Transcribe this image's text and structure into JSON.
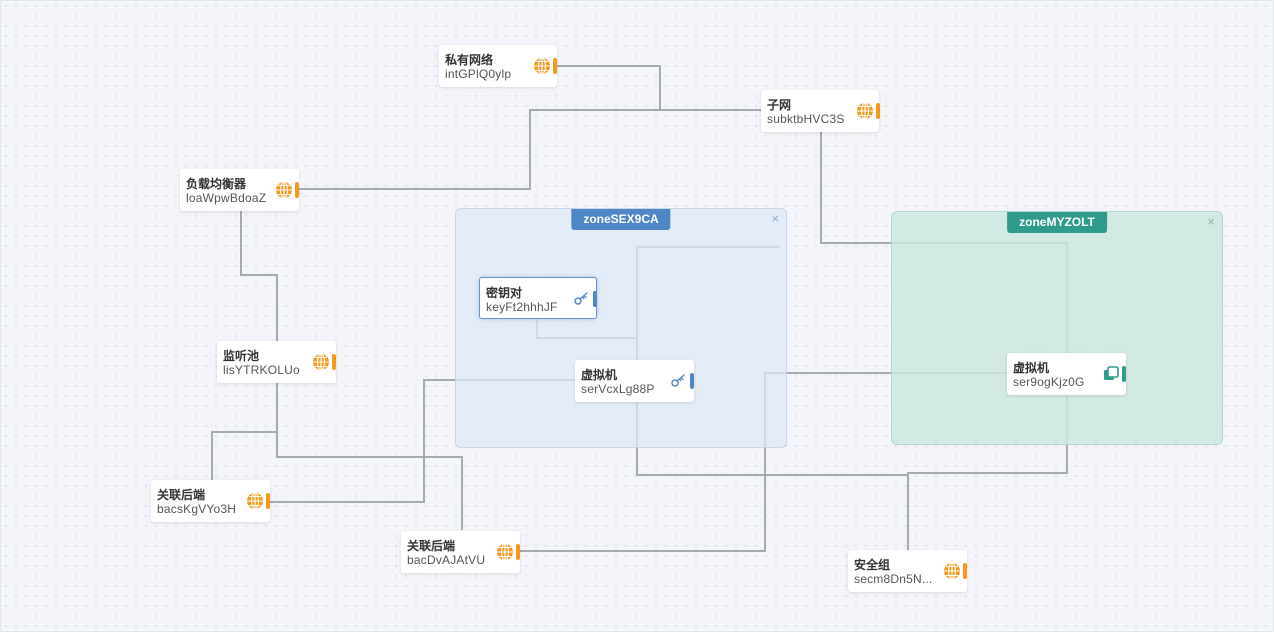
{
  "zones": [
    {
      "name": "zoneSEX9CA",
      "close": "×"
    },
    {
      "name": "zoneMYZOLT",
      "close": "×"
    }
  ],
  "nodes": [
    {
      "type": "私有网络",
      "id": "intGPlQ0ylp",
      "icon": "globe-icon"
    },
    {
      "type": "子网",
      "id": "subktbHVC3S",
      "icon": "globe-icon"
    },
    {
      "type": "负载均衡器",
      "id": "loaWpwBdoaZ",
      "icon": "globe-icon"
    },
    {
      "type": "密钥对",
      "id": "keyFt2hhhJF",
      "icon": "key-icon"
    },
    {
      "type": "监听池",
      "id": "lisYTRKOLUo",
      "icon": "globe-icon"
    },
    {
      "type": "虚拟机",
      "id": "serVcxLg88P",
      "icon": "key-icon"
    },
    {
      "type": "虚拟机",
      "id": "ser9ogKjz0G",
      "icon": "copy-icon"
    },
    {
      "type": "关联后端",
      "id": "bacsKgVYo3H",
      "icon": "globe-icon"
    },
    {
      "type": "关联后端",
      "id": "bacDvAJAtVU",
      "icon": "globe-icon"
    },
    {
      "type": "安全组",
      "id": "secm8Dn5N...",
      "icon": "globe-icon"
    }
  ],
  "colors": {
    "accent_orange": "#f39a1e",
    "zone_blue": "#4f86c6",
    "zone_green": "#2e9b8b",
    "connector": "#a7abb1"
  }
}
